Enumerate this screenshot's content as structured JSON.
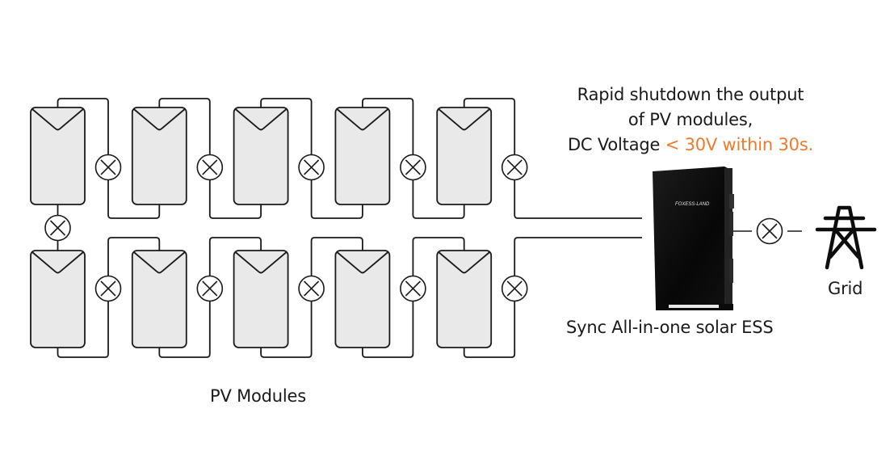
{
  "annotation": {
    "line1": "Rapid shutdown the output",
    "line2": "of PV modules,",
    "line3_prefix": "DC Voltage ",
    "line3_highlight": "< 30V within 30s."
  },
  "labels": {
    "pv_modules": "PV Modules",
    "ess": "Sync All-in-one solar ESS",
    "grid": "Grid",
    "ess_brand": "FOXESS-LAND"
  },
  "components": {
    "pv_rows": 2,
    "pv_modules_per_row": 5,
    "shutdown_switches_per_row": 5,
    "inter_row_switch": 1,
    "grid_switch": 1
  },
  "colors": {
    "highlight": "#f07a2a",
    "wire": "#1a1a1a",
    "panel_fill": "#e9e9e9",
    "ess_body": "#0c0c0c"
  },
  "icons": {
    "module": "pv-module-icon",
    "switch": "rapid-shutdown-switch-icon",
    "grid": "transmission-tower-icon",
    "ess": "ess-cabinet-icon"
  }
}
